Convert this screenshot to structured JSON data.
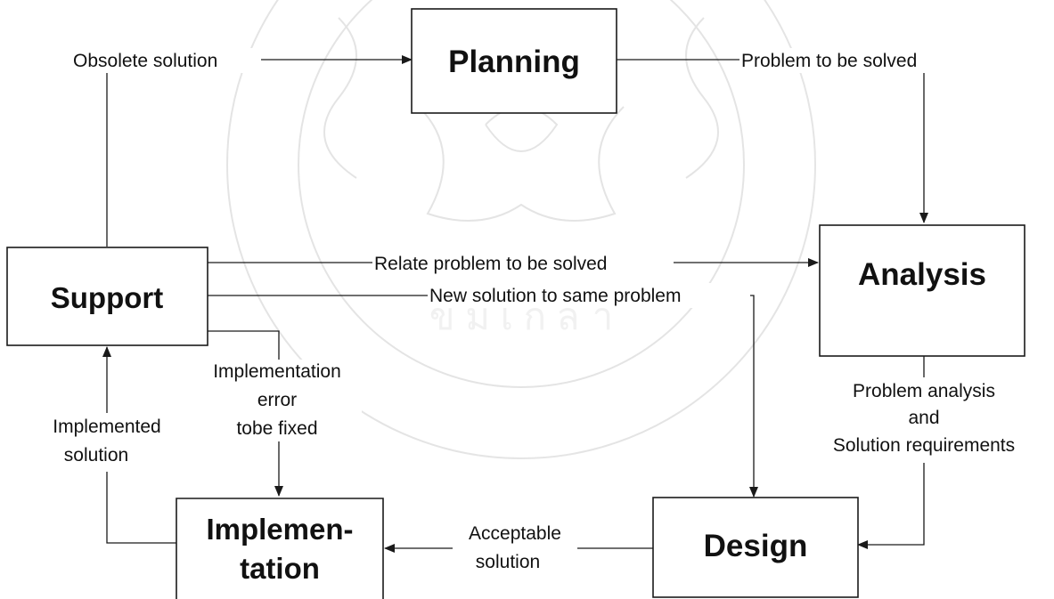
{
  "nodes": {
    "planning": {
      "label": "Planning"
    },
    "analysis": {
      "label": "Analysis"
    },
    "support": {
      "label": "Support"
    },
    "design": {
      "label": "Design"
    },
    "implementation": {
      "label_line1": "Implemen-",
      "label_line2": "tation"
    }
  },
  "edges": {
    "obsolete_solution": "Obsolete solution",
    "problem_to_be_solved": "Problem to be solved",
    "relate_problem": "Relate problem to be solved",
    "new_solution": "New solution to same problem",
    "problem_analysis": [
      "Problem analysis",
      "and",
      "Solution requirements"
    ],
    "implementation_error": [
      "Implementation",
      "error",
      "tobe fixed"
    ],
    "implemented_solution": [
      "Implemented",
      "solution"
    ],
    "acceptable_solution": [
      "Acceptable",
      "solution"
    ]
  },
  "watermark_text": "ข ม เ ก ล ำ"
}
